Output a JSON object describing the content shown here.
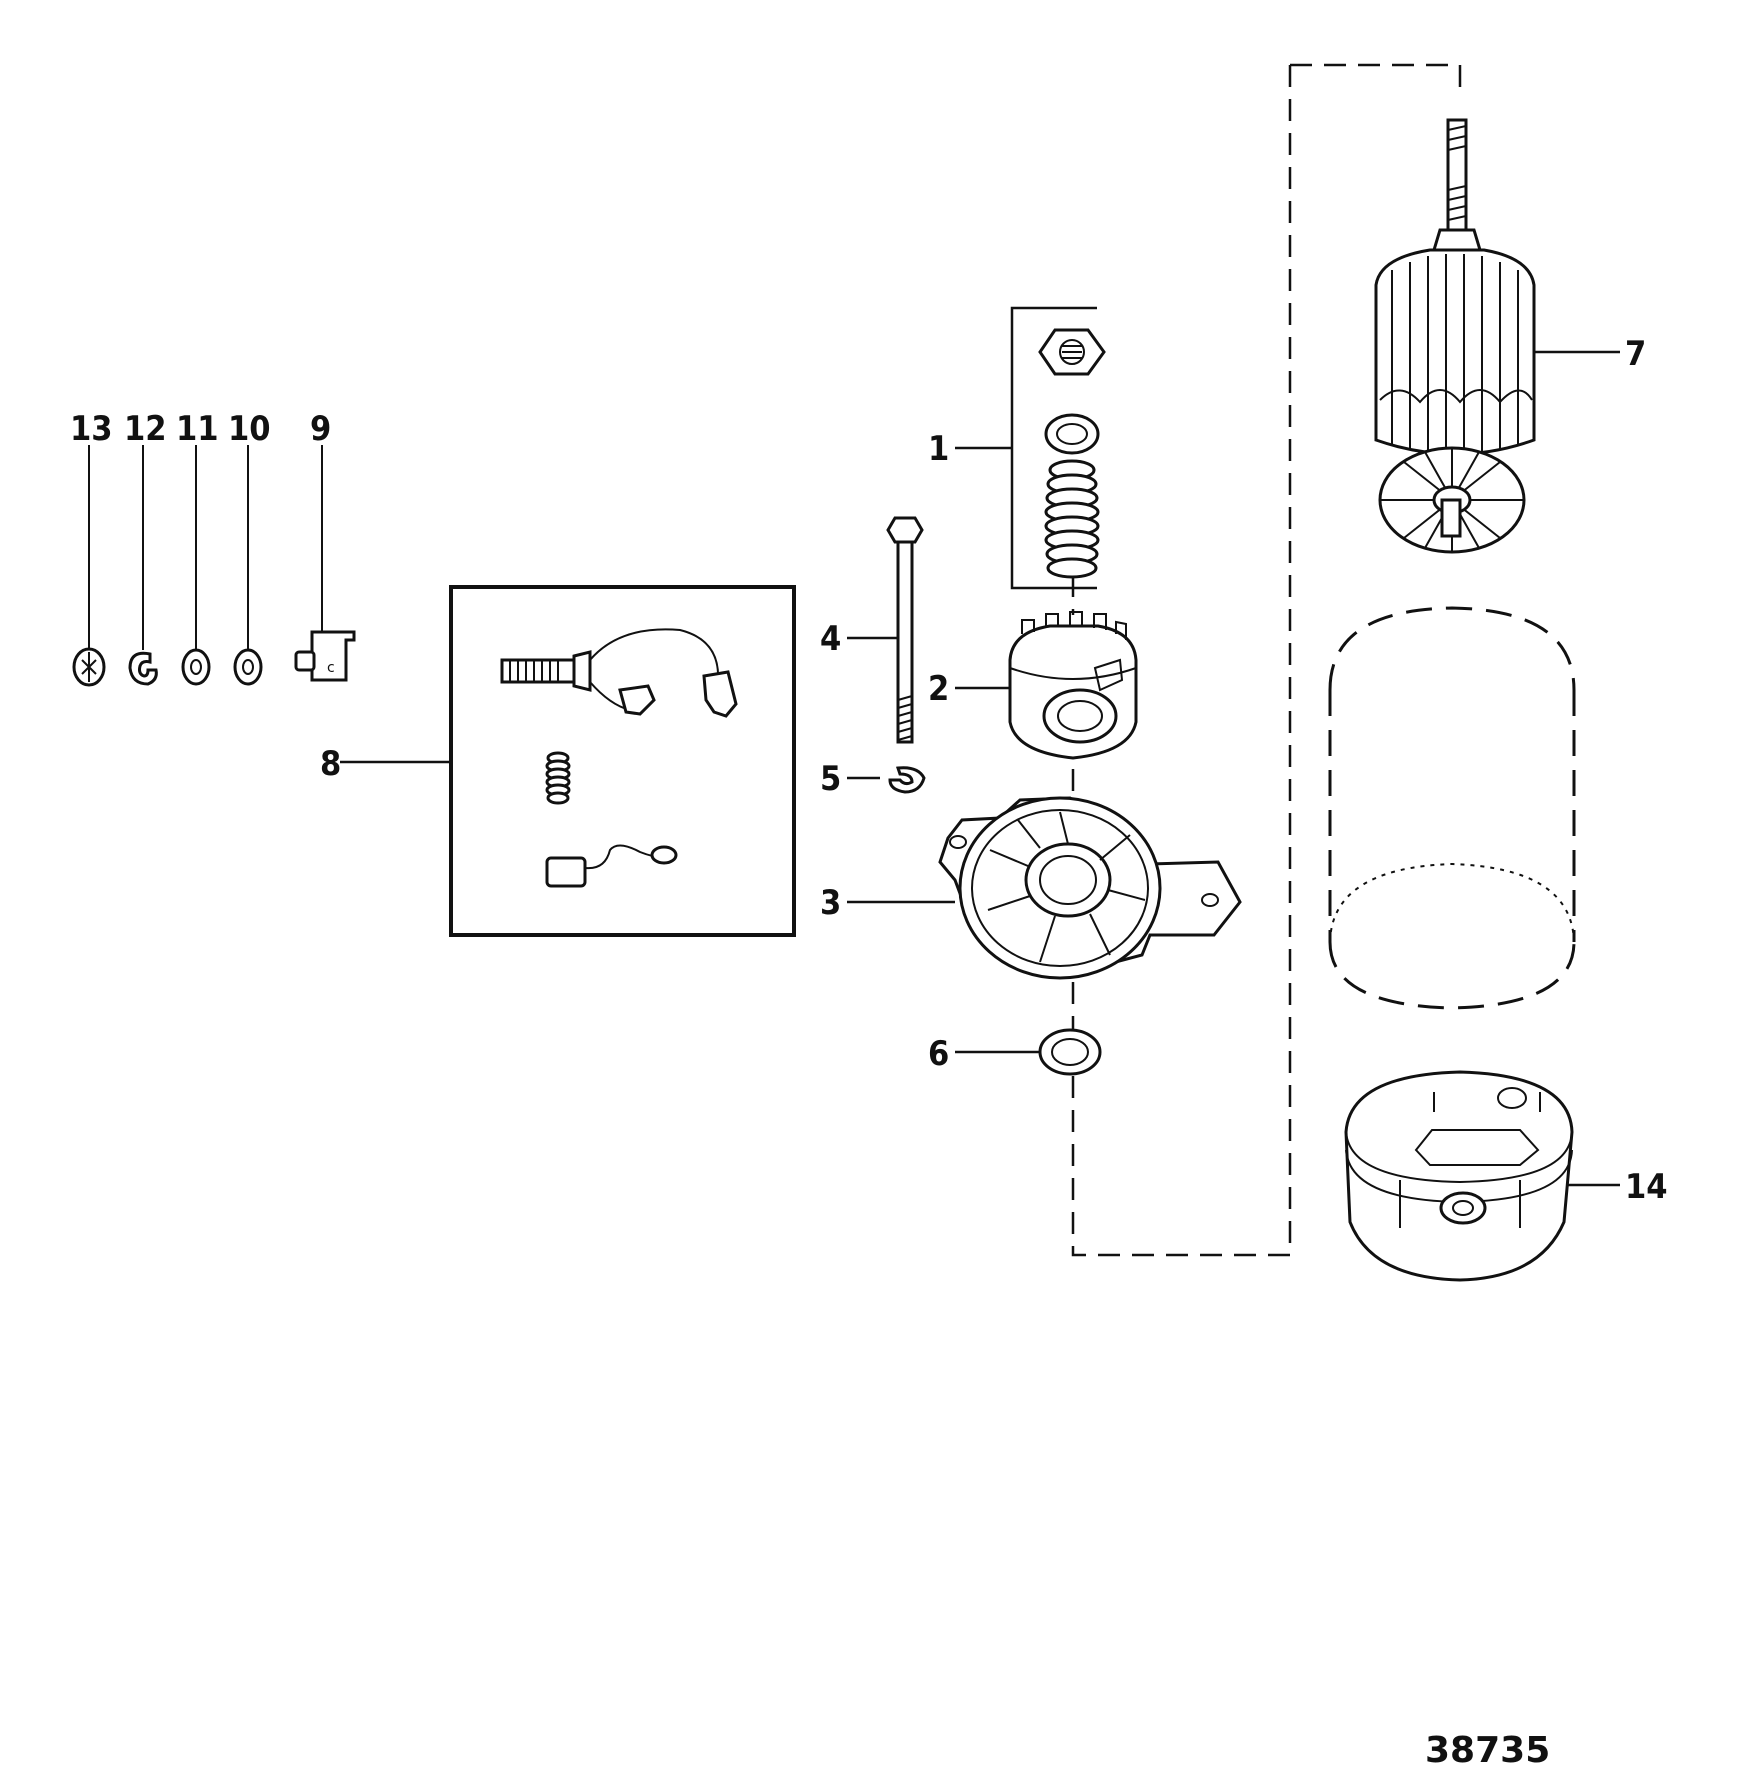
{
  "diagram": {
    "callouts": {
      "c1": "1",
      "c2": "2",
      "c3": "3",
      "c4": "4",
      "c5": "5",
      "c6": "6",
      "c7": "7",
      "c8": "8",
      "c9": "9",
      "c10": "10",
      "c11": "11",
      "c12": "12",
      "c13": "13",
      "c14": "14"
    },
    "figure_number": "38735"
  }
}
